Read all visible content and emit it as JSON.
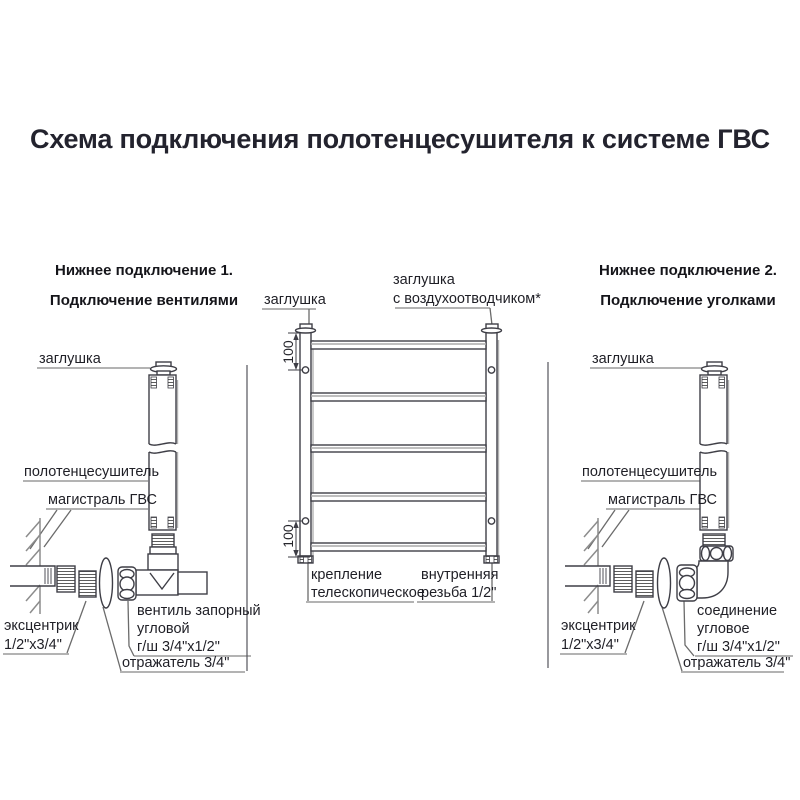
{
  "title": "Схема подключения полотенцесушителя к системе ГВС",
  "colors": {
    "title_text": "#23232e",
    "label_text": "#1f1f26",
    "line": "#3e3e46",
    "underline_gray": "#9a9a9a"
  },
  "left_section": {
    "heading1": "Нижнее подключение 1.",
    "heading2": "Подключение вентилями",
    "labels": {
      "plug": "заглушка",
      "towel_rail": "полотенцесушитель",
      "hws_main": "магистраль ГВС",
      "eccentric_line1": "эксцентрик",
      "eccentric_line2": "1/2\"x3/4\"",
      "valve_line1": "вентиль запорный",
      "valve_line2": "угловой",
      "valve_line3": "г/ш 3/4\"x1/2\"",
      "reflector": "отражатель 3/4\""
    }
  },
  "center_section": {
    "labels": {
      "plug": "заглушка",
      "air_vent_line1": "заглушка",
      "air_vent_line2": "с воздухоотводчиком*",
      "dim_top": "100",
      "dim_bottom": "100",
      "mount_line1": "крепление",
      "mount_line2": "телескопическое",
      "thread_line1": "внутренняя",
      "thread_line2": "резьба 1/2\""
    }
  },
  "right_section": {
    "heading1": "Нижнее подключение 2.",
    "heading2": "Подключение уголками",
    "labels": {
      "plug": "заглушка",
      "towel_rail": "полотенцесушитель",
      "hws_main": "магистраль ГВС",
      "eccentric_line1": "эксцентрик",
      "eccentric_line2": "1/2\"x3/4\"",
      "corner_line1": "соединение",
      "corner_line2": "угловое",
      "corner_line3": "г/ш 3/4\"x1/2\"",
      "reflector": "отражатель 3/4\""
    }
  }
}
